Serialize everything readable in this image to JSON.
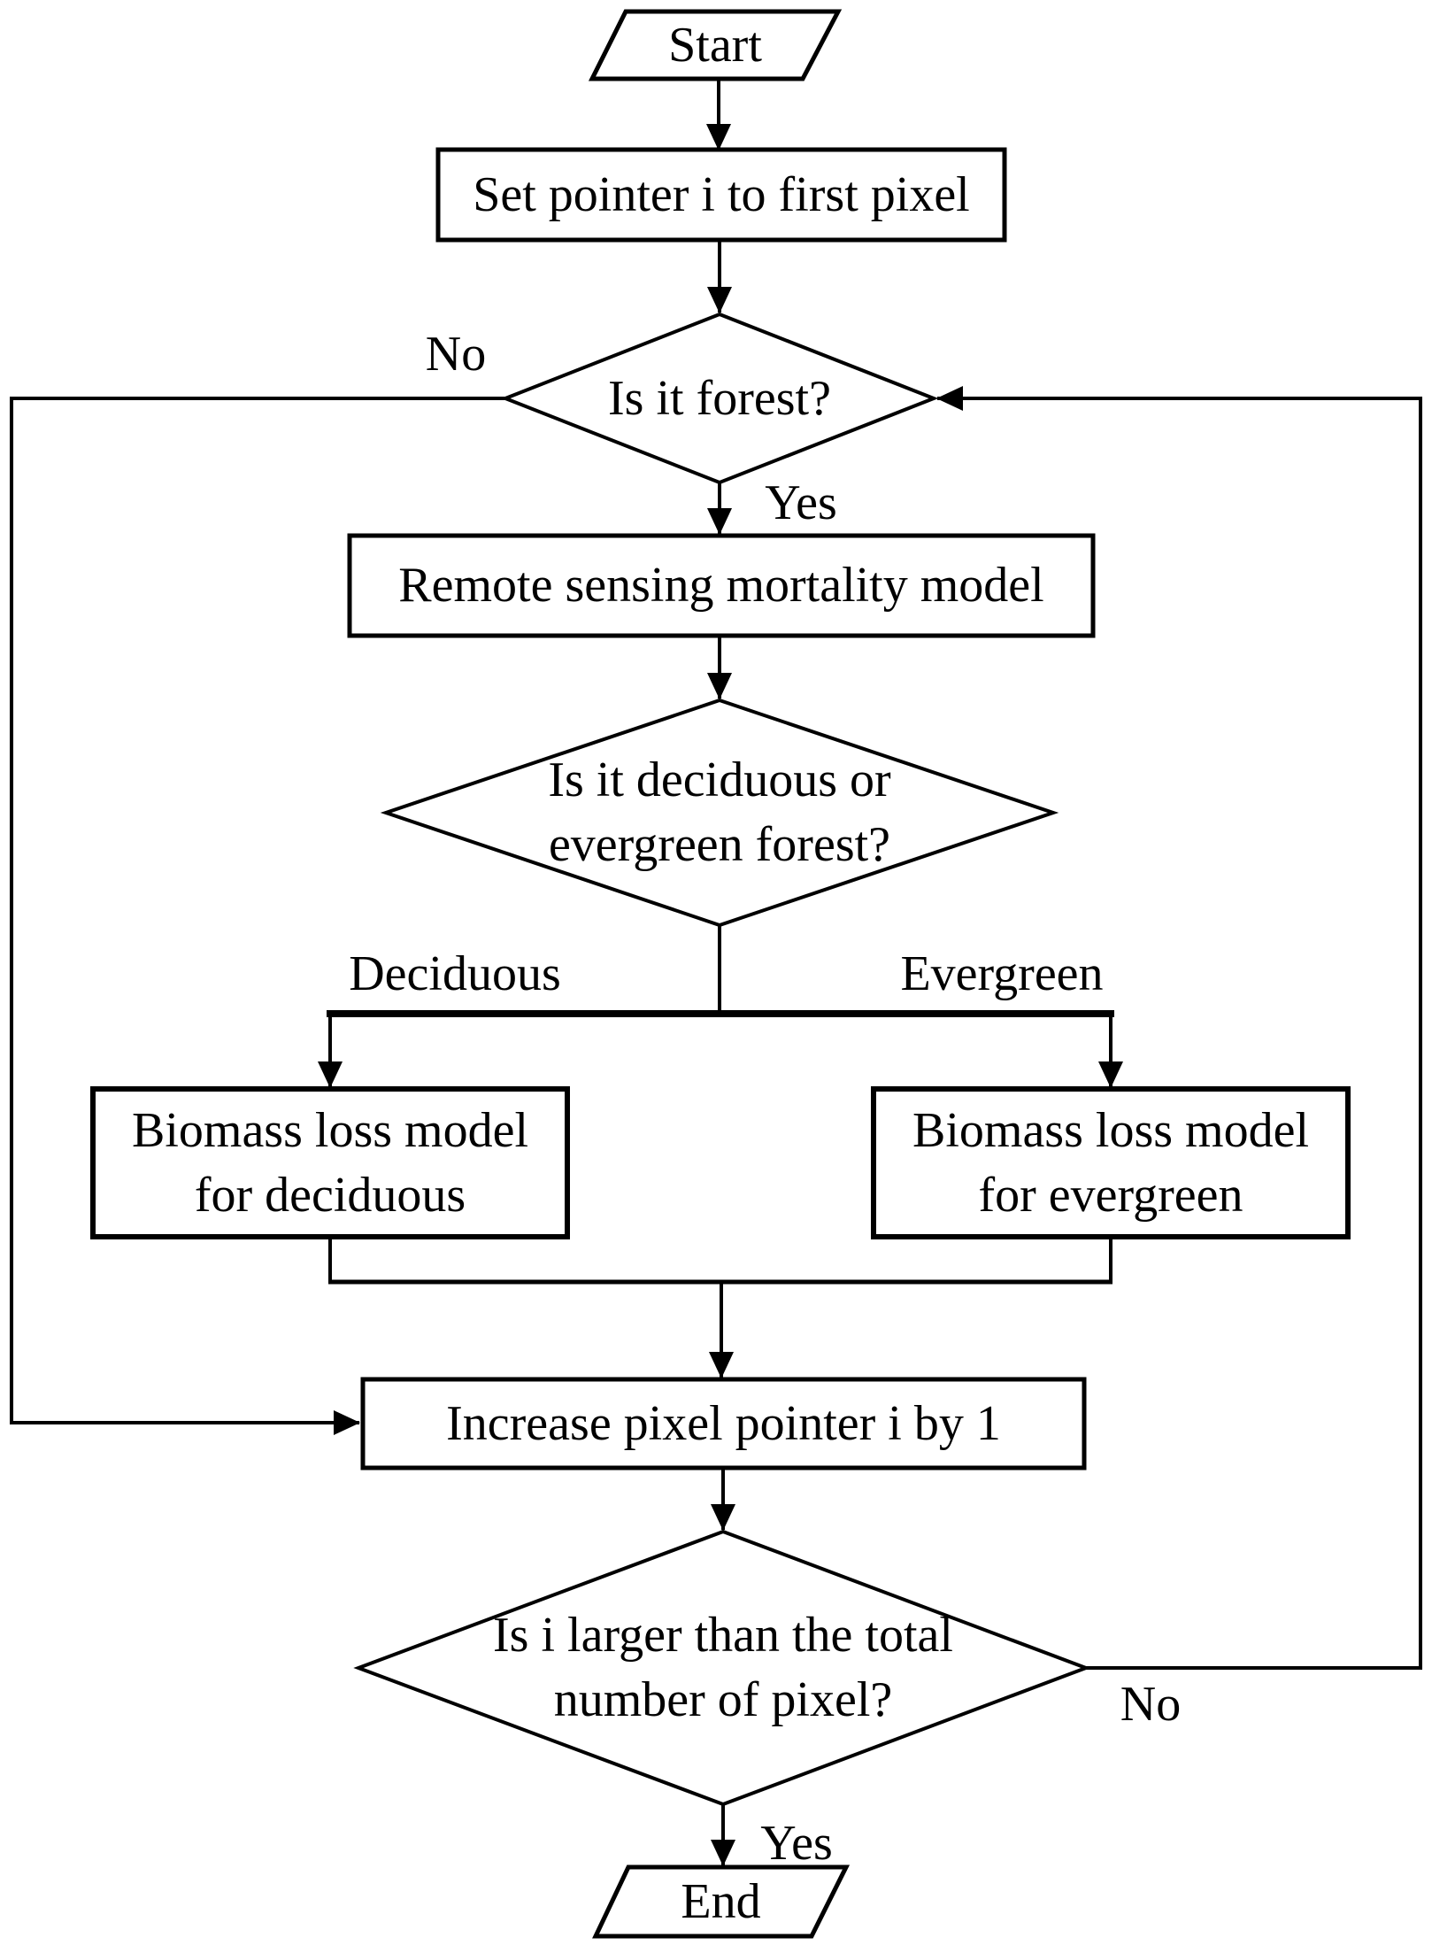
{
  "figure": {
    "type": "flowchart",
    "nodes": {
      "start": {
        "label": "Start",
        "shape": "terminator-parallelogram"
      },
      "set_pointer": {
        "label": "Set pointer i to first pixel",
        "shape": "process-rectangle"
      },
      "is_forest": {
        "label": "Is it forest?",
        "shape": "decision-diamond"
      },
      "remote_sensing": {
        "label": "Remote sensing mortality model",
        "shape": "process-rectangle"
      },
      "deciduous_or_evergreen": {
        "label": "Is it deciduous or\nevergreen forest?",
        "shape": "decision-diamond"
      },
      "biomass_deciduous": {
        "label": "Biomass loss model\nfor deciduous",
        "shape": "process-rectangle"
      },
      "biomass_evergreen": {
        "label": "Biomass loss model\nfor evergreen",
        "shape": "process-rectangle"
      },
      "increase_pointer": {
        "label": "Increase pixel pointer i by 1",
        "shape": "process-rectangle"
      },
      "is_i_larger": {
        "label": "Is i larger than the total\nnumber of pixel?",
        "shape": "decision-diamond"
      },
      "end": {
        "label": "End",
        "shape": "terminator-parallelogram"
      }
    },
    "edge_labels": {
      "is_forest_no": "No",
      "is_forest_yes": "Yes",
      "branch_deciduous": "Deciduous",
      "branch_evergreen": "Evergreen",
      "is_i_larger_no": "No",
      "is_i_larger_yes": "Yes"
    },
    "colors": {
      "stroke": "#000000",
      "text": "#000000",
      "node_fill": "#ffffff",
      "background": "#ffffff"
    }
  }
}
